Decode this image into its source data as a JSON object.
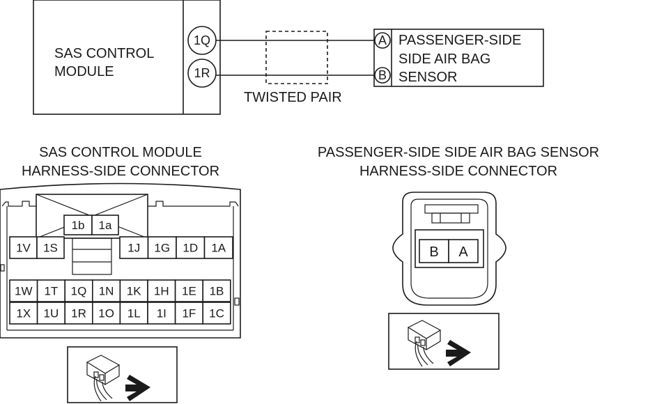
{
  "schematic": {
    "module_line1": "SAS CONTROL",
    "module_line2": "MODULE",
    "terminal_1q": "1Q",
    "terminal_1r": "1R",
    "twisted_pair": "TWISTED PAIR",
    "sensor_terminal_a": "A",
    "sensor_terminal_b": "B",
    "sensor_line1": "PASSENGER-SIDE",
    "sensor_line2": "SIDE AIR BAG",
    "sensor_line3": "SENSOR"
  },
  "module_connector": {
    "title_line1": "SAS CONTROL MODULE",
    "title_line2": "HARNESS-SIDE CONNECTOR",
    "top_pins": [
      "1b",
      "1a"
    ],
    "row1_left": [
      "1V",
      "1S"
    ],
    "row1_right": [
      "1J",
      "1G",
      "1D",
      "1A"
    ],
    "row2": [
      "1W",
      "1T",
      "1Q",
      "1N",
      "1K",
      "1H",
      "1E",
      "1B"
    ],
    "row3": [
      "1X",
      "1U",
      "1R",
      "1O",
      "1L",
      "1I",
      "1F",
      "1C"
    ]
  },
  "sensor_connector": {
    "title_line1": "PASSENGER-SIDE SIDE AIR BAG SENSOR",
    "title_line2": "HARNESS-SIDE CONNECTOR",
    "pins": [
      "B",
      "A"
    ]
  }
}
